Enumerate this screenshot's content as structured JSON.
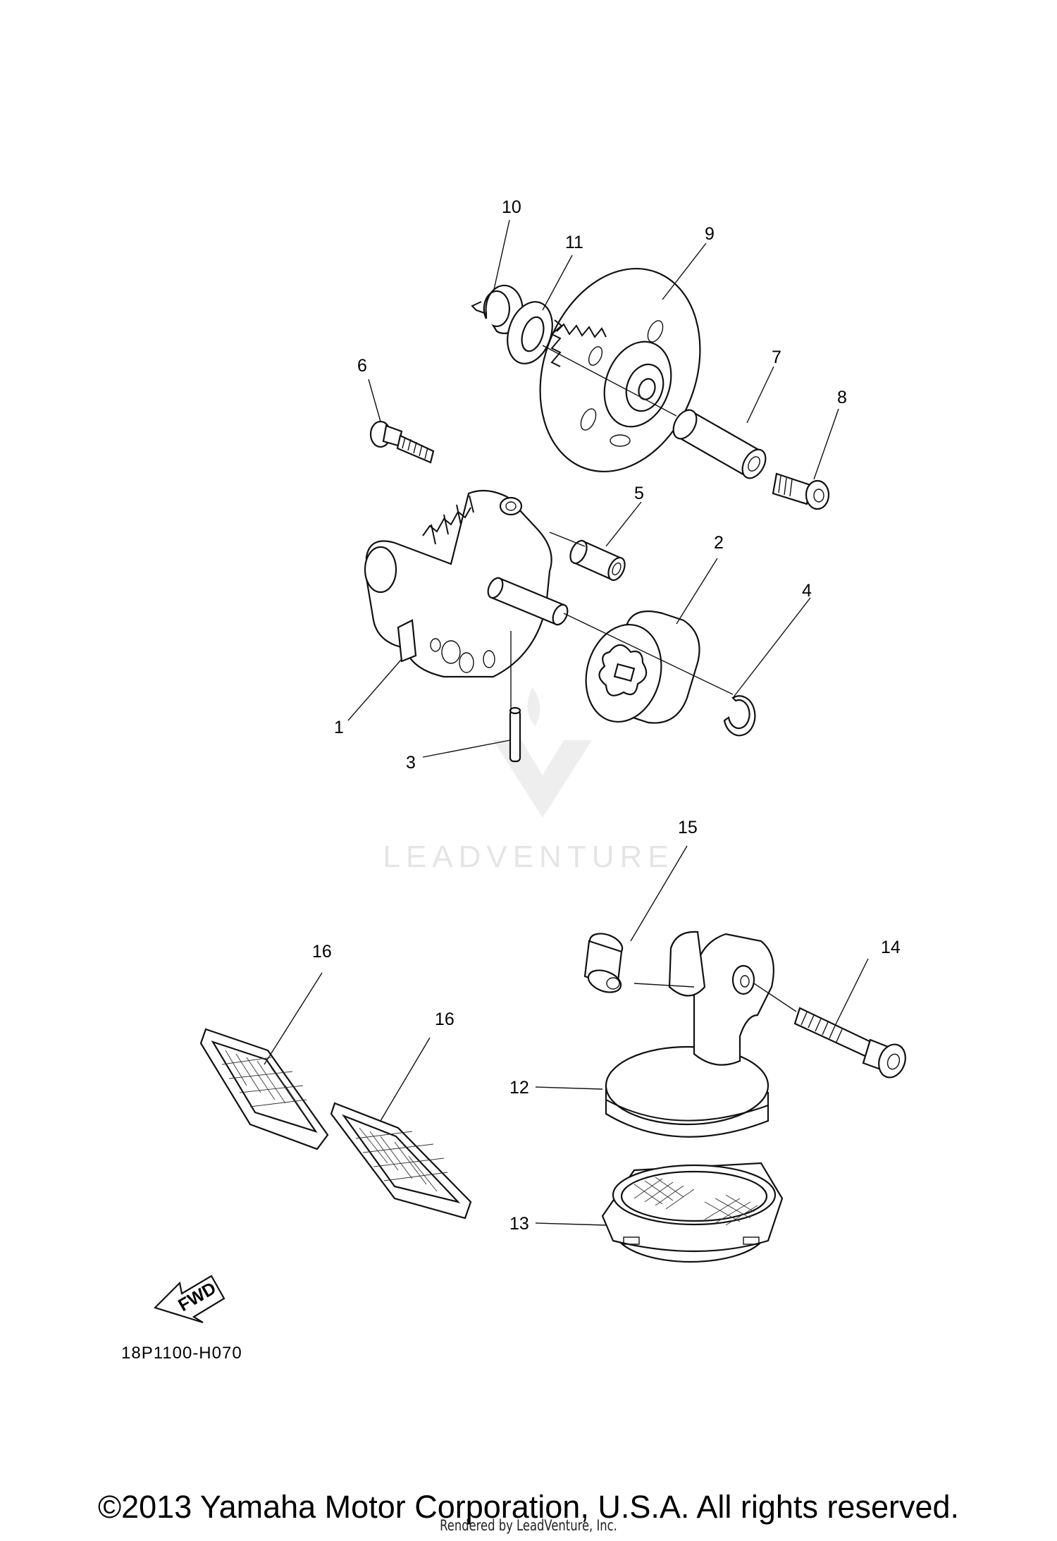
{
  "callouts": [
    {
      "num": "1"
    },
    {
      "num": "2"
    },
    {
      "num": "3"
    },
    {
      "num": "4"
    },
    {
      "num": "5"
    },
    {
      "num": "6"
    },
    {
      "num": "7"
    },
    {
      "num": "8"
    },
    {
      "num": "9"
    },
    {
      "num": "10"
    },
    {
      "num": "11"
    },
    {
      "num": "12"
    },
    {
      "num": "13"
    },
    {
      "num": "14"
    },
    {
      "num": "15"
    },
    {
      "num": "16"
    },
    {
      "num": "16"
    }
  ],
  "fwd_label": "FWD",
  "diagram_code": "18P1100-H070",
  "watermark": "LEADVENTURE",
  "copyright": "©2013 Yamaha Motor Corporation, U.S.A. All rights reserved.",
  "rendered_by": "Rendered by LeadVenture, Inc."
}
